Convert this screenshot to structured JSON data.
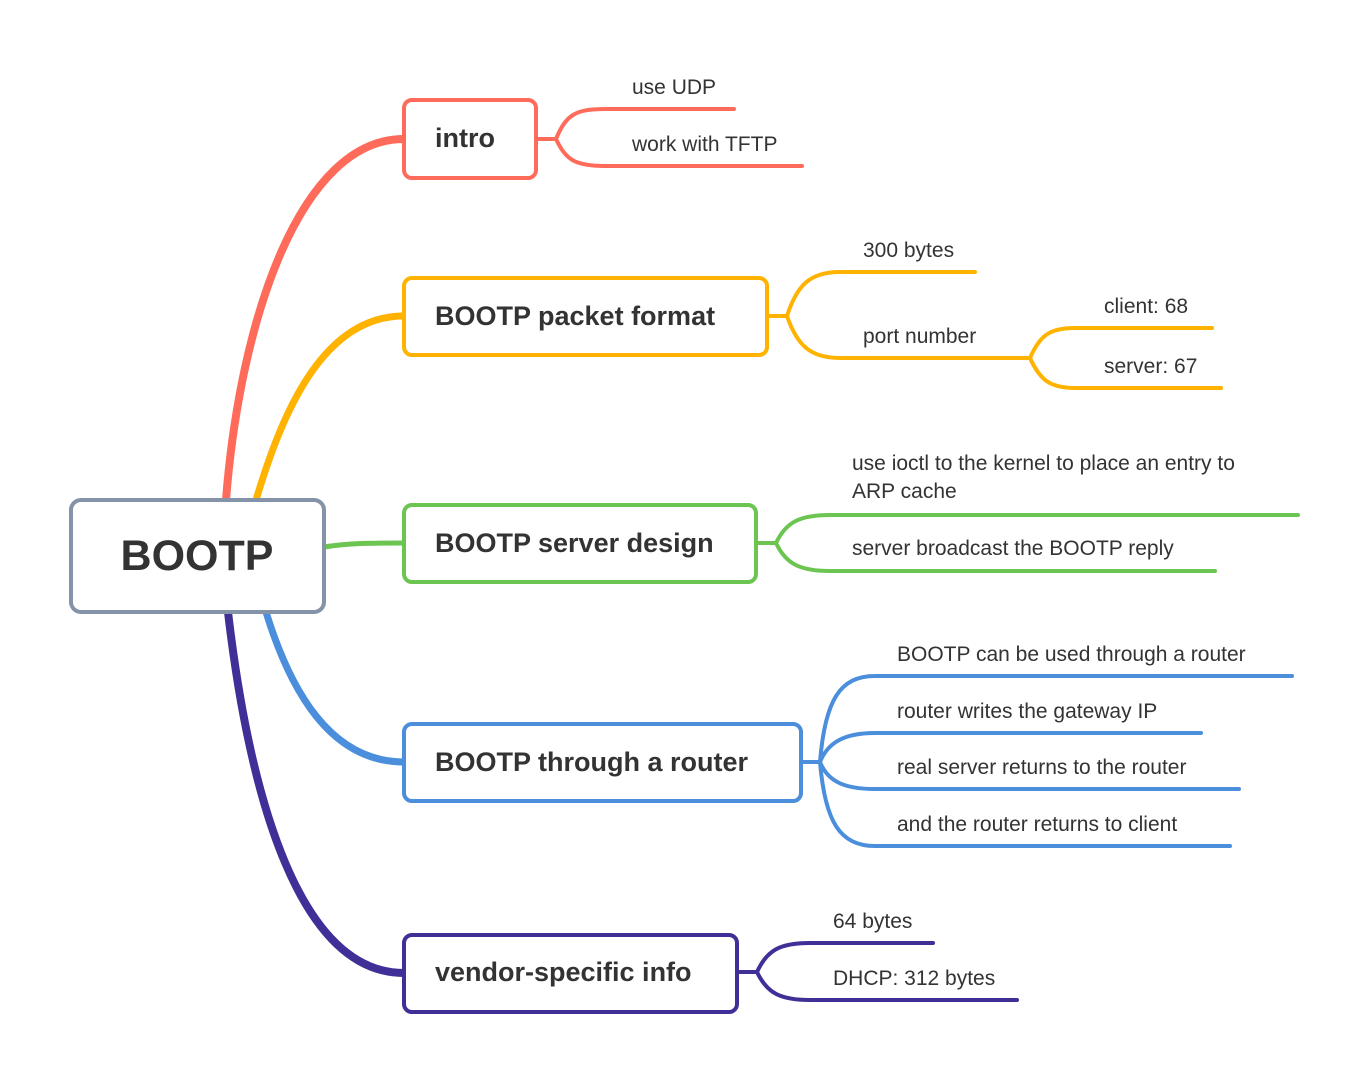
{
  "root": {
    "label": "BOOTP",
    "color": "#8593A8"
  },
  "branches": [
    {
      "label": "intro",
      "color": "#FF6B5B",
      "children": [
        "use UDP",
        "work with TFTP"
      ]
    },
    {
      "label": "BOOTP packet format",
      "color": "#FFB300",
      "children": [
        "300 bytes",
        "port number"
      ],
      "sub": {
        "parent": "port number",
        "children": [
          "client: 68",
          "server: 67"
        ]
      }
    },
    {
      "label": "BOOTP server design",
      "color": "#6CC551",
      "children": [
        "use ioctl to the kernel to place an entry to",
        "ARP cache",
        "server broadcast the BOOTP reply"
      ]
    },
    {
      "label": "BOOTP through a router",
      "color": "#4A8EDC",
      "children": [
        "BOOTP can be used through a router",
        "router writes the gateway IP",
        "real server returns to the router",
        "and the router returns to client"
      ]
    },
    {
      "label": "vendor-specific info",
      "color": "#3F2F96",
      "children": [
        "64 bytes",
        "DHCP: 312 bytes"
      ]
    }
  ]
}
